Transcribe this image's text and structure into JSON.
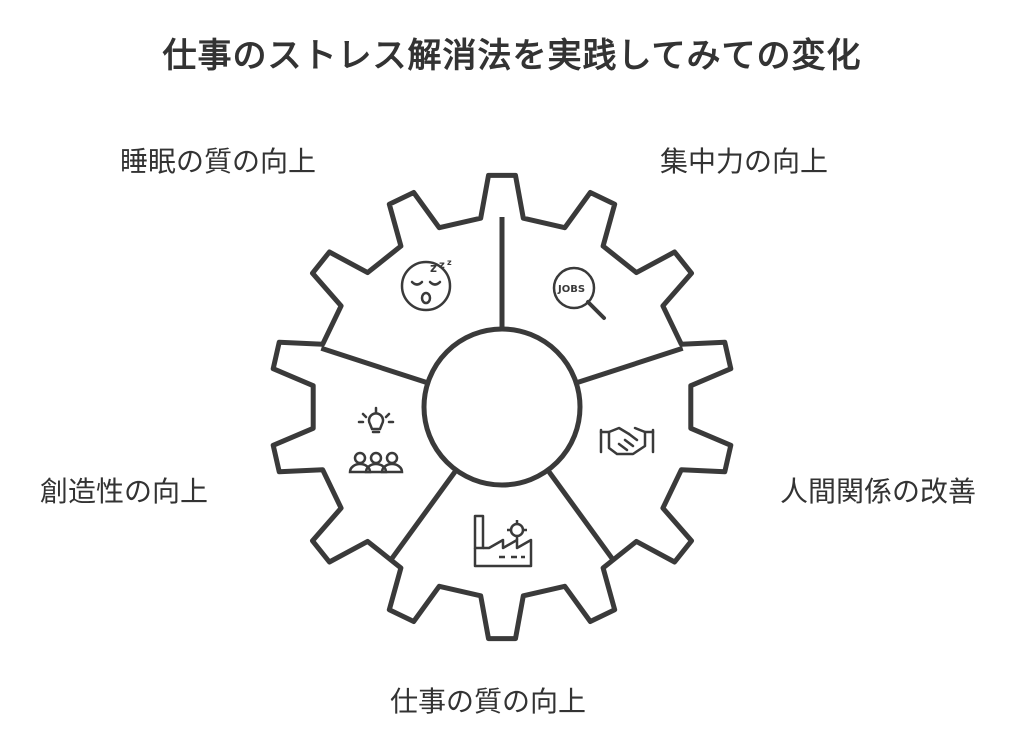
{
  "title": "仕事のストレス解消法を実践してみての変化",
  "segments": [
    {
      "label": "睡眠の質の向上",
      "icon": "sleeping-face-icon"
    },
    {
      "label": "集中力の向上",
      "icon": "job-search-icon"
    },
    {
      "label": "人間関係の改善",
      "icon": "handshake-icon"
    },
    {
      "label": "仕事の質の向上",
      "icon": "factory-icon"
    },
    {
      "label": "創造性の向上",
      "icon": "team-idea-icon"
    }
  ],
  "colors": {
    "stroke": "#3a3a3a",
    "fill": "#ffffff",
    "text": "#333333"
  }
}
